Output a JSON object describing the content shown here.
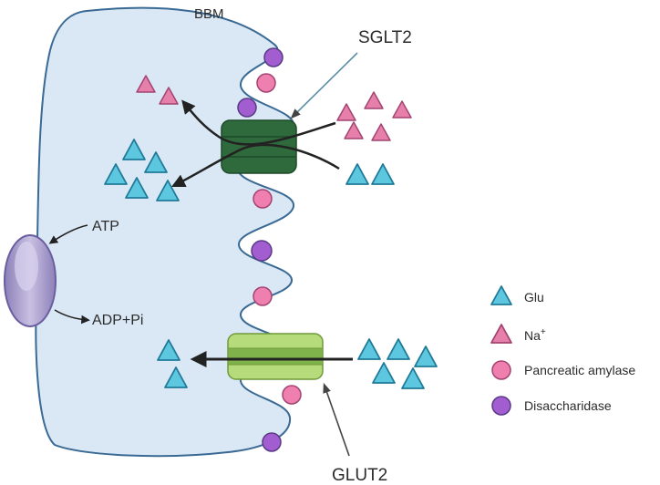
{
  "labels": {
    "bbm": "BBM",
    "sglt2": "SGLT2",
    "glut2": "GLUT2",
    "atp": "ATP",
    "adp_pi": "ADP+Pi"
  },
  "legend": {
    "glu": "Glu",
    "na": "Na",
    "na_sup": "+",
    "amylase": "Pancreatic amylase",
    "disaccharidase": "Disaccharidase"
  },
  "colors": {
    "cell_fill": "#dae8f6",
    "membrane": "#3a6a94",
    "glu": "#5ec7e0",
    "na": "#e77fab",
    "amylase": "#ef7fae",
    "disaccharidase": "#a25ed0",
    "sglt2": "#2f6a3c",
    "glut2": "#b6db7a",
    "pump": "#a79ccc",
    "arrow": "#222222"
  }
}
